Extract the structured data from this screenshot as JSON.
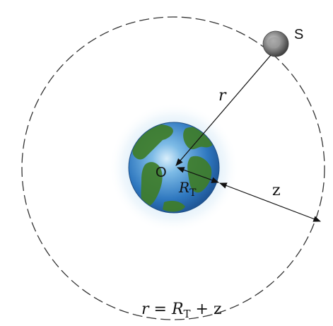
{
  "diagram": {
    "labels": {
      "satellite": "S",
      "center": "O",
      "orbit_radius": "r",
      "earth_radius": "R",
      "earth_radius_sub": "T",
      "altitude": "z"
    },
    "formula": {
      "lhs": "r",
      "equals": " = ",
      "r": "R",
      "r_sub": "T",
      "plus": " + ",
      "z": "z"
    },
    "colors": {
      "orbit": "#333333",
      "arrow": "#111111",
      "ocean": "#2f7fc4",
      "land": "#3f7d2a",
      "glow": "#d8ecf8",
      "satellite": "#6b6b6b"
    }
  }
}
